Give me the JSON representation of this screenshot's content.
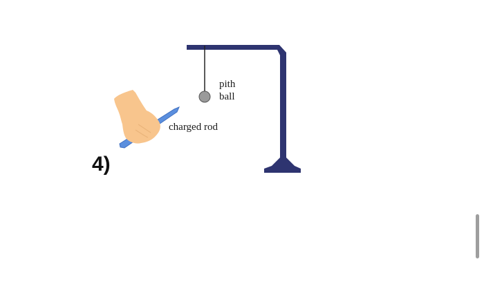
{
  "diagram": {
    "question_number": "4)",
    "labels": {
      "pith_line1": "pith",
      "pith_line2": "ball",
      "charged_rod": "charged rod"
    },
    "colors": {
      "stand": "#2e3470",
      "rod": "#5b8fde",
      "hand": "#f8c58d",
      "ball": "#9a9a9a",
      "thread": "#222222",
      "scrollbar": "#9e9e9e"
    }
  }
}
